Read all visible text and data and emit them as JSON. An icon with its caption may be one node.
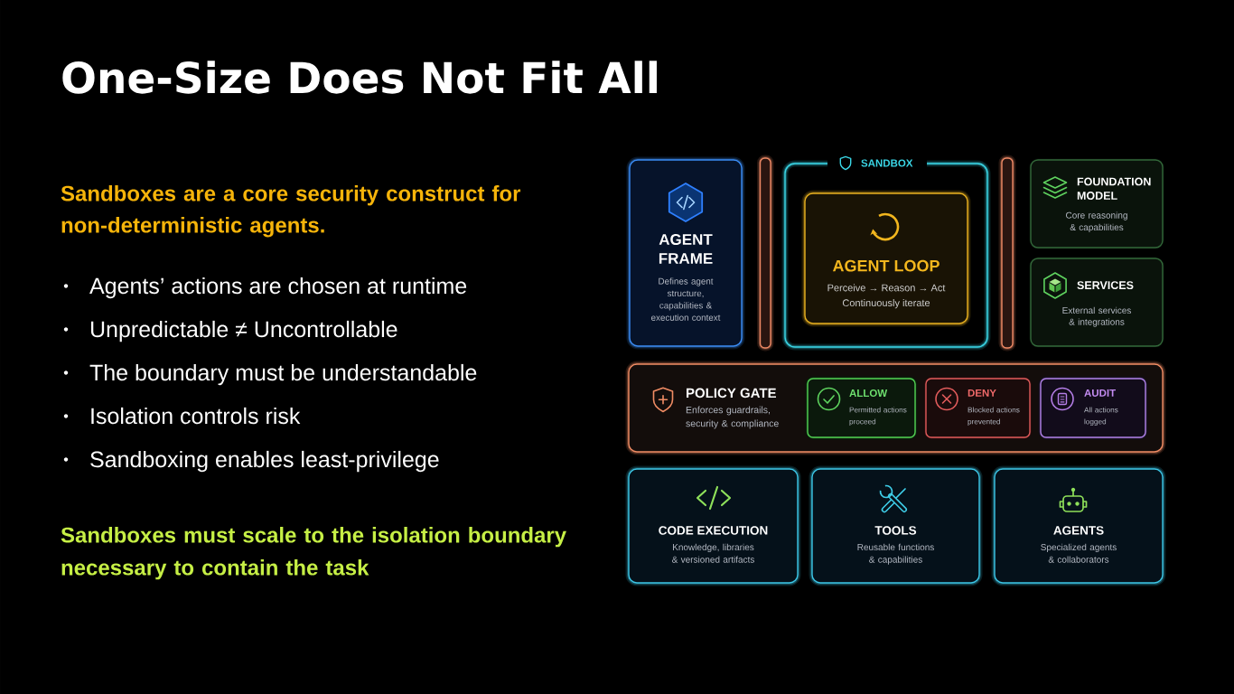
{
  "diagram": {
    "title": "One-Size Does Not Fit All",
    "nodes": [
      {
        "text": [
          "AGENT FRAME",
          "Defines agent structure, capabilities & execution context"
        ]
      },
      {
        "text": [
          "SANDBOX"
        ]
      },
      {
        "text": [
          "AGENT LOOP",
          "Perceive → Reason → Act",
          "Continuously iterate"
        ],
        "in": 1
      },
      {
        "text": [
          "FOUNDATION MODEL",
          "Core reasoning & capabilities"
        ]
      },
      {
        "text": [
          "SERVICES",
          "External services & integrations"
        ]
      },
      {
        "text": [
          "POLICY GATE",
          "Enforces guardrails, security & compliance"
        ]
      },
      {
        "text": [
          "ALLOW",
          "Permitted actions proceed"
        ],
        "in": 5
      },
      {
        "text": [
          "DENY",
          "Blocked actions prevented"
        ],
        "in": 5
      },
      {
        "text": [
          "AUDIT",
          "All actions logged"
        ],
        "in": 5
      },
      {
        "text": [
          "CODE EXECUTION",
          "Knowledge, libraries & versioned artifacts"
        ]
      },
      {
        "text": [
          "TOOLS",
          "Reusable functions & capabilities"
        ]
      },
      {
        "text": [
          "AGENTS",
          "Specialized agents & collaborators"
        ]
      }
    ],
    "labels": [
      "Sandboxes are a core security construct for non-deterministic agents.",
      "Agents’ actions are chosen at runtime",
      "Unpredictable ≠ Uncontrollable",
      "The boundary must be understandable",
      "Isolation controls risk",
      "Sandboxing enables least-privilege",
      "Sandboxes must scale to the isolation boundary necessary to contain the task"
    ]
  }
}
